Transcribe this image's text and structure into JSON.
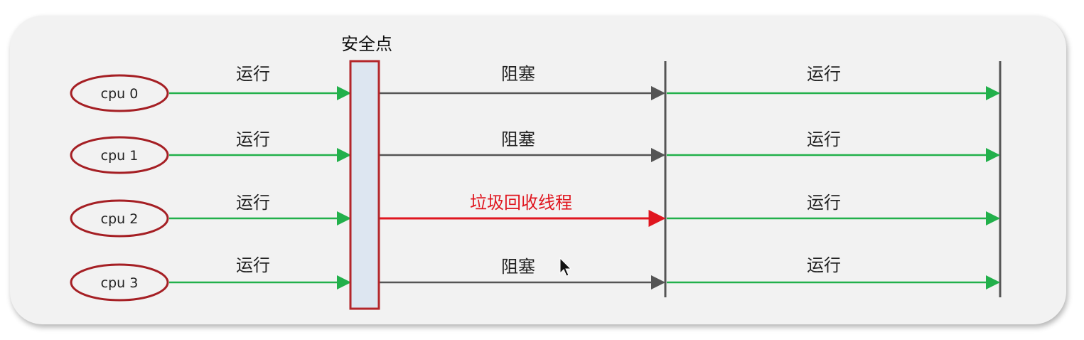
{
  "safepoint_label": "安全点",
  "lanes": [
    {
      "cpu": "cpu 0",
      "phase1": "运行",
      "phase2": "阻塞",
      "phase3": "运行",
      "phase2_is_gc": false
    },
    {
      "cpu": "cpu 1",
      "phase1": "运行",
      "phase2": "阻塞",
      "phase3": "运行",
      "phase2_is_gc": false
    },
    {
      "cpu": "cpu 2",
      "phase1": "运行",
      "phase2": "垃圾回收线程",
      "phase3": "运行",
      "phase2_is_gc": true
    },
    {
      "cpu": "cpu 3",
      "phase1": "运行",
      "phase2": "阻塞",
      "phase3": "运行",
      "phase2_is_gc": false
    }
  ],
  "colors": {
    "cpu_ellipse": "#a51f24",
    "run_arrow": "#22b04b",
    "block_arrow": "#555555",
    "gc_arrow": "#e0161f",
    "gc_text": "#e0161f",
    "safepoint_fill": "#dde6f1",
    "safepoint_stroke": "#b3262b",
    "divider": "#555555"
  },
  "icons": {
    "cursor": "mouse-pointer-icon"
  }
}
